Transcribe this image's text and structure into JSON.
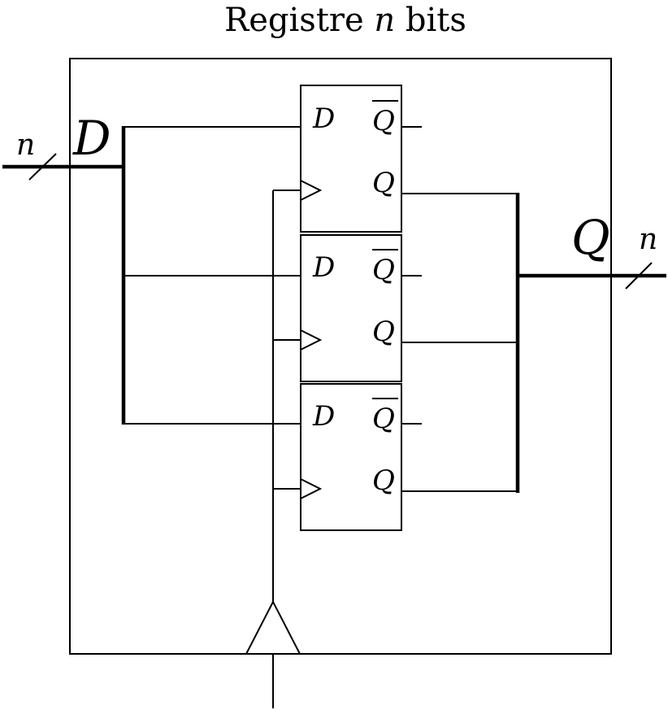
{
  "title": {
    "prefix": "Registre ",
    "var": "n",
    "suffix": " bits"
  },
  "input_bus": {
    "label": "D",
    "width_label": "n"
  },
  "output_bus": {
    "label": "Q",
    "width_label": "n"
  },
  "flip_flops": [
    {
      "d_label": "D",
      "qbar_label": "Q",
      "q_label": "Q"
    },
    {
      "d_label": "D",
      "qbar_label": "Q",
      "q_label": "Q"
    },
    {
      "d_label": "D",
      "qbar_label": "Q",
      "q_label": "Q"
    }
  ],
  "clock": {
    "symbol": "clock-buffer-triangle"
  }
}
